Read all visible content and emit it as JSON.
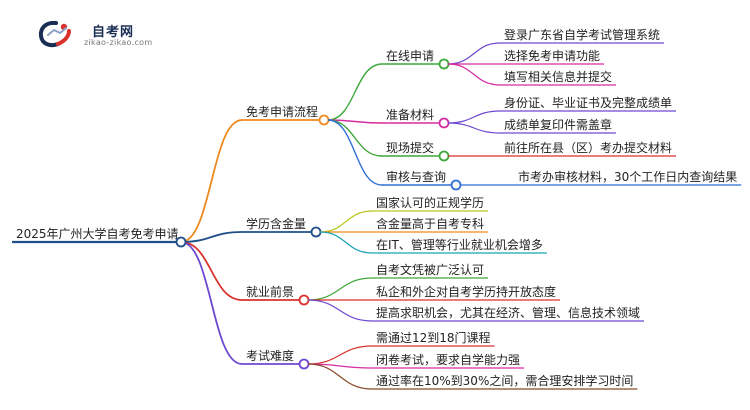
{
  "logo": {
    "name": "自考网",
    "url": "zikao-zikao.com"
  },
  "colors": {
    "root": "#1f4f8b",
    "green": "#3fa73a",
    "magenta": "#d42ca1",
    "red": "#d9322d",
    "blue": "#2f6fd6",
    "yellowgreen": "#b7c61a",
    "teal": "#1aa3b0",
    "purple": "#6d49d0",
    "orange": "#ef8a1f",
    "brown": "#8a4a2a"
  },
  "mindmap": {
    "root": "2025年广州大学自考免考申请",
    "branches": [
      {
        "label": "免考申请流程",
        "color": "orange",
        "children": [
          {
            "label": "在线申请",
            "color": "green",
            "children": [
              {
                "label": "登录广东省自学考试管理系统",
                "color": "purple"
              },
              {
                "label": "选择免考申请功能",
                "color": "magenta"
              },
              {
                "label": "填写相关信息并提交",
                "color": "magenta"
              }
            ]
          },
          {
            "label": "准备材料",
            "color": "magenta",
            "children": [
              {
                "label": "身份证、毕业证书及完整成绩单",
                "color": "purple"
              },
              {
                "label": "成绩单复印件需盖章",
                "color": "purple"
              }
            ]
          },
          {
            "label": "现场提交",
            "color": "green",
            "children": [
              {
                "label": "前往所在县（区）考办提交材料",
                "color": "red"
              }
            ]
          },
          {
            "label": "审核与查询",
            "color": "blue",
            "children": [
              {
                "label": "市考办审核材料，30个工作日内查询结果",
                "color": "blue"
              }
            ]
          }
        ]
      },
      {
        "label": "学历含金量",
        "color": "root",
        "children": [
          {
            "label": "国家认可的正规学历",
            "color": "yellowgreen"
          },
          {
            "label": "含金量高于自考专科",
            "color": "orange"
          },
          {
            "label": "在IT、管理等行业就业机会增多",
            "color": "teal"
          }
        ]
      },
      {
        "label": "就业前景",
        "color": "red",
        "children": [
          {
            "label": "自考文凭被广泛认可",
            "color": "green"
          },
          {
            "label": "私企和外企对自考学历持开放态度",
            "color": "red"
          },
          {
            "label": "提高求职机会，尤其在经济、管理、信息技术领域",
            "color": "purple"
          }
        ]
      },
      {
        "label": "考试难度",
        "color": "purple",
        "children": [
          {
            "label": "需通过12到18门课程",
            "color": "red"
          },
          {
            "label": "闭卷考试，要求自学能力强",
            "color": "magenta"
          },
          {
            "label": "通过率在10%到30%之间，需合理安排学习时间",
            "color": "brown"
          }
        ]
      }
    ]
  }
}
